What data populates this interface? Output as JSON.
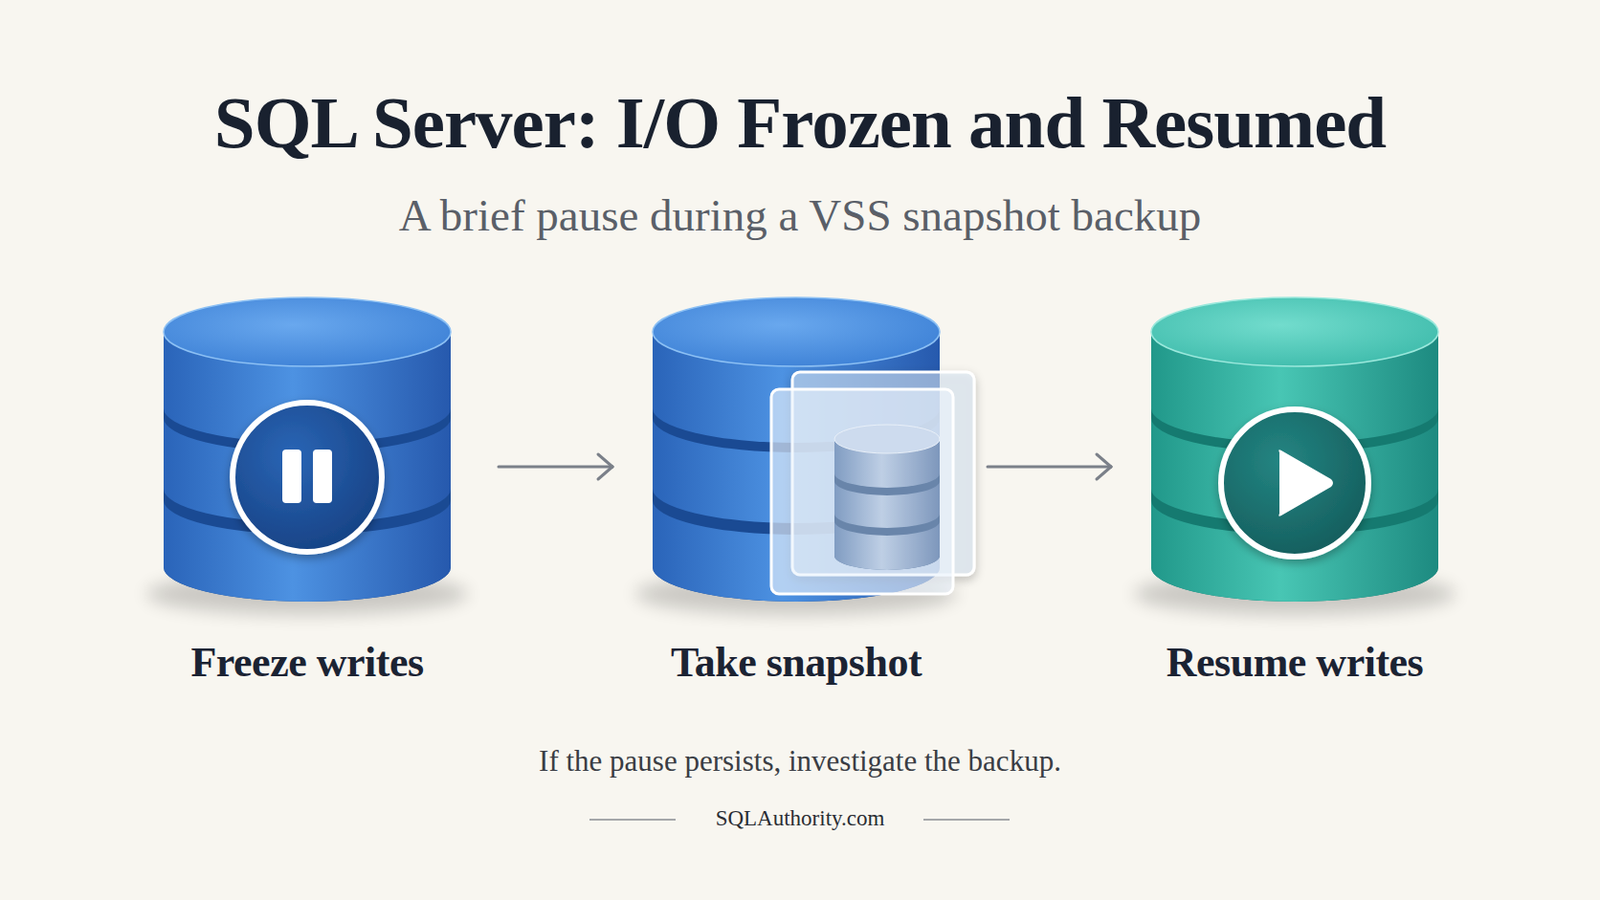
{
  "diagram": {
    "title": "SQL Server: I/O Frozen and Resumed",
    "caption": "If the pause persists, investigate the backup.",
    "nodes": [
      {
        "text": [
          "Freeze writes"
        ]
      },
      {
        "text": [
          "Take snapshot"
        ]
      },
      {
        "text": [
          "Resume writes"
        ]
      }
    ],
    "edges": [
      {
        "from": 0,
        "to": 1,
        "arrow": "to"
      },
      {
        "from": 1,
        "to": 2,
        "arrow": "to"
      }
    ],
    "labels": [
      "A brief pause during a VSS snapshot backup",
      "SQLAuthority.com"
    ]
  }
}
